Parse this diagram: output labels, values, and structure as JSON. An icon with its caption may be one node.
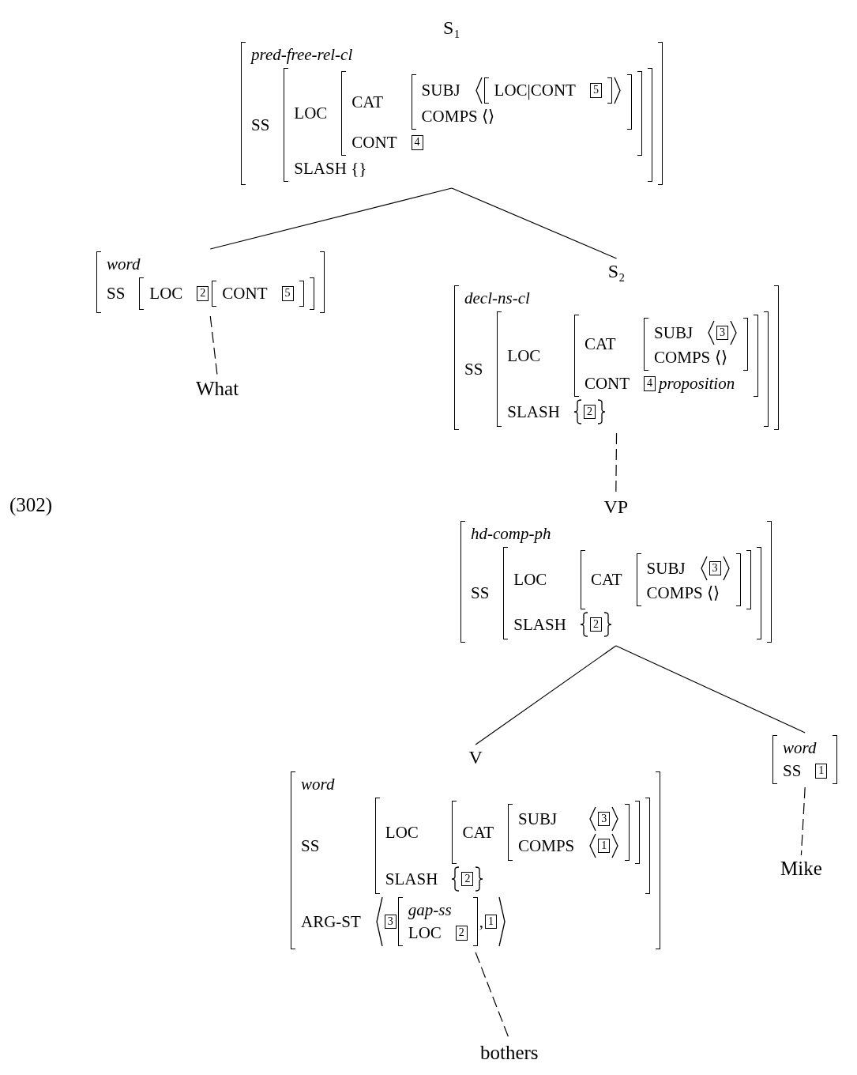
{
  "diagram": {
    "nodes": [
      {
        "text": [
          "S₁",
          "pred-free-rel-cl",
          "SS"
        ]
      },
      {
        "text": [
          "LOC",
          "SLASH {}"
        ],
        "in": 0
      },
      {
        "text": [
          "CAT",
          "CONT",
          "4"
        ],
        "in": 1
      },
      {
        "text": [
          "SUBJ",
          "COMPS ⟨⟩"
        ],
        "in": 2
      },
      {
        "text": [
          "LOC|CONT",
          "5"
        ],
        "in": 3
      },
      {
        "text": [
          "word",
          "SS"
        ]
      },
      {
        "text": [
          "LOC",
          "2"
        ],
        "in": 5
      },
      {
        "text": [
          "CONT",
          "5"
        ],
        "in": 6
      },
      {
        "text": [
          "What"
        ]
      },
      {
        "text": [
          "S₂",
          "decl-ns-cl",
          "SS"
        ]
      },
      {
        "text": [
          "LOC",
          "SLASH",
          "2"
        ],
        "in": 9
      },
      {
        "text": [
          "CAT",
          "CONT",
          "4",
          "proposition"
        ],
        "in": 10
      },
      {
        "text": [
          "SUBJ",
          "3",
          "COMPS ⟨⟩"
        ],
        "in": 11
      },
      {
        "text": [
          "VP",
          "hd-comp-ph",
          "SS"
        ]
      },
      {
        "text": [
          "LOC",
          "SLASH",
          "2"
        ],
        "in": 13
      },
      {
        "text": [
          "CAT"
        ],
        "in": 14
      },
      {
        "text": [
          "SUBJ",
          "3",
          "COMPS ⟨⟩"
        ],
        "in": 15
      },
      {
        "text": [
          "V",
          "word",
          "SS",
          "ARG-ST",
          "3",
          ",",
          "1"
        ]
      },
      {
        "text": [
          "LOC",
          "SLASH",
          "2"
        ],
        "in": 17
      },
      {
        "text": [
          "CAT"
        ],
        "in": 18
      },
      {
        "text": [
          "SUBJ",
          "3",
          "COMPS",
          "1"
        ],
        "in": 19
      },
      {
        "text": [
          "gap-ss",
          "LOC",
          "2"
        ],
        "in": 17
      },
      {
        "text": [
          "word",
          "SS",
          "1"
        ]
      },
      {
        "text": [
          "Mike"
        ]
      },
      {
        "text": [
          "bothers"
        ]
      }
    ],
    "edges": [
      {
        "from": 0,
        "to": 5,
        "arrow": "none"
      },
      {
        "from": 0,
        "to": 9,
        "arrow": "none"
      },
      {
        "from": 5,
        "to": 8,
        "arrow": "none",
        "style": "dashed"
      },
      {
        "from": 9,
        "to": 13,
        "arrow": "none",
        "style": "dashed"
      },
      {
        "from": 13,
        "to": 17,
        "arrow": "none"
      },
      {
        "from": 13,
        "to": 22,
        "arrow": "none"
      },
      {
        "from": 17,
        "to": 24,
        "arrow": "none",
        "style": "dashed"
      },
      {
        "from": 22,
        "to": 23,
        "arrow": "none",
        "style": "dashed"
      }
    ],
    "labels": [
      "(302)"
    ]
  }
}
